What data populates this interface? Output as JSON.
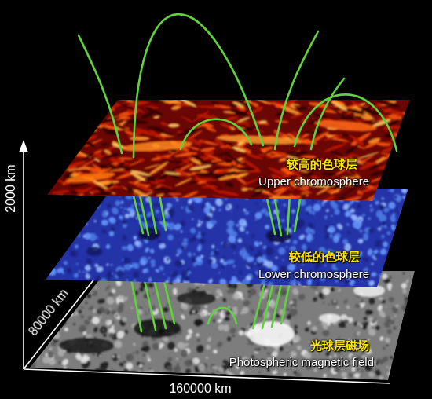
{
  "diagram": {
    "nodes": [
      {
        "text": [
          "较高的色球层",
          "Upper chromosphere"
        ]
      },
      {
        "text": [
          "较低的色球层",
          "Lower chromosphere"
        ]
      },
      {
        "text": [
          "光球层磁场",
          "Photospheric magnetic field"
        ]
      }
    ],
    "labels": [
      "2000 km",
      "80000 km",
      "160000 km"
    ]
  }
}
